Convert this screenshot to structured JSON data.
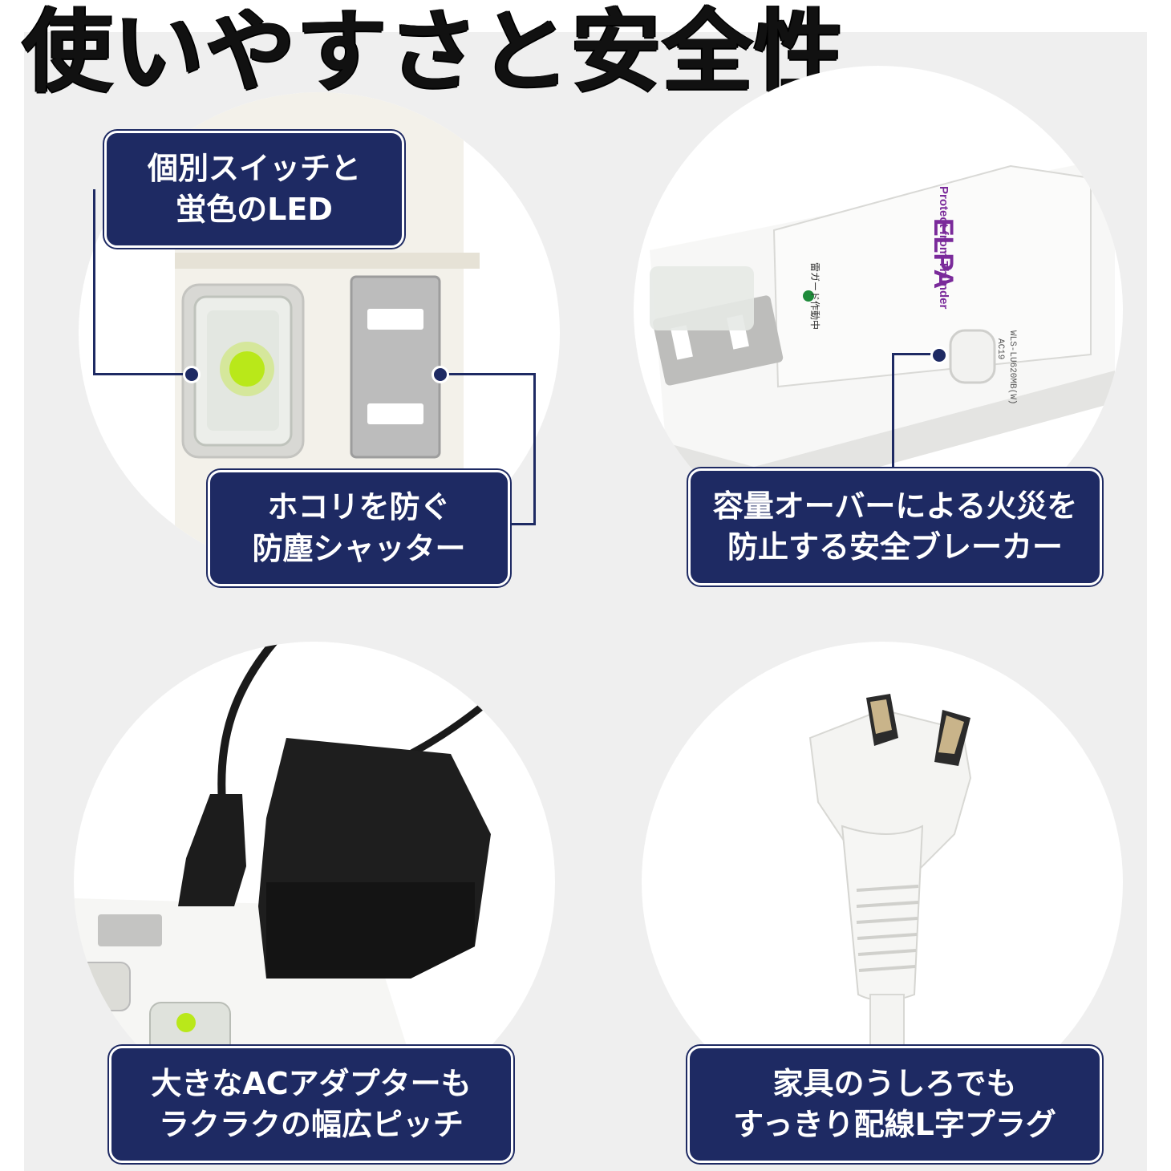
{
  "title": "使いやすさと安全性",
  "features": [
    {
      "lines": [
        "個別スイッチと",
        "蛍色のLED"
      ]
    },
    {
      "lines": [
        "ホコリを防ぐ",
        "防塵シャッター"
      ]
    },
    {
      "lines": [
        "容量オーバーによる火災を",
        "防止する安全ブレーカー"
      ]
    },
    {
      "lines": [
        "大きなACアダプターも",
        "ラクラクの幅広ピッチ"
      ]
    },
    {
      "lines": [
        "家具のうしろでも",
        "すっきり配線L字プラグ"
      ]
    }
  ],
  "product": {
    "brand": "ELPA",
    "tagline": "Protect from Thunder",
    "indicator_text": "雷ガード作動中",
    "model_text": "WLS-LU620MB(W)",
    "sub_model_text": "AC19"
  },
  "colors": {
    "label_bg": "#1e2a63",
    "background": "#efefef",
    "led_green": "#b9e81a",
    "brand_purple": "#7a2a9a"
  }
}
